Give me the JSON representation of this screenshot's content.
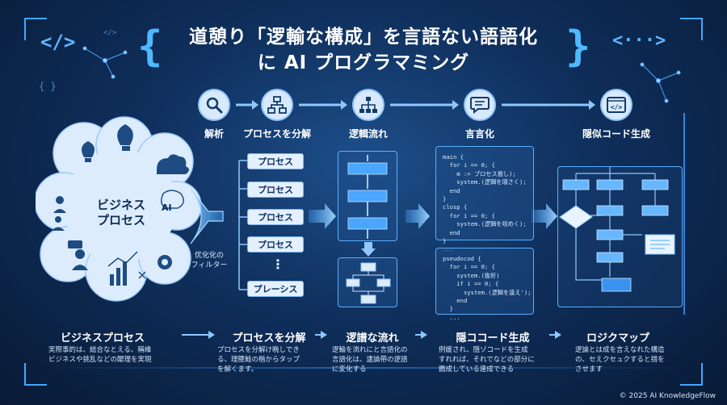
{
  "title": {
    "line1": "道憩り「逻輸な構成」を言語ない語語化",
    "line2": "に AI プログラマミング"
  },
  "decorations": {
    "left_code_badge": "</>",
    "right_code_badge": "<···>",
    "small_code_tag": "</>",
    "brace_left": "{",
    "brace_right": "}",
    "small_braces": "{ }"
  },
  "steps": [
    {
      "label": "解析",
      "icon": "magnifier-icon"
    },
    {
      "label": "プロセスを分解",
      "icon": "flow-icon"
    },
    {
      "label": "逻輯流れ",
      "icon": "hierarchy-icon"
    },
    {
      "label": "言言化",
      "icon": "speech-bubble-icon"
    },
    {
      "label": "隠似コード生成",
      "icon": "code-window-icon"
    }
  ],
  "cloud": {
    "label_line1": "ビジネス",
    "label_line2": "プロセス",
    "ai_badge": "AI"
  },
  "filter_label": {
    "line1": "优化化の",
    "line2": "フィルター"
  },
  "process_boxes": [
    "プロセス",
    "プロセス",
    "プロセス",
    "プロセス"
  ],
  "process_ellipsis": "⋮",
  "process_last": "プレーシス",
  "code_block_1": "main {\n  for i == 0; {\n    m := プロセス振し);\n    system.(逻輯を環さく);\n  end\n}\nclosp {\n  for i == 0; {\n    system.(逻輯を咲めく);\n  end\n}\n...",
  "code_block_2": "pseudocod {\n  for i == 0; {\n    system.(抜析)\n    if i == 0; {\n      system.(逻輯を違え');\n    end\n  }\n  ...",
  "bottom": [
    {
      "title": "ビジネスプロセス",
      "desc": "実際事的は、総合なとえる、稱維\nビジネスや挑乱などの醍理を実現"
    },
    {
      "title": "プロセスを分解",
      "desc": "プロセスを分解け晩しでき\nる、理腰鮭の楷からタップ\nを解くます。"
    },
    {
      "title": "逻譜な流れ",
      "desc": "逻輪を流れにと言語化の\n言語化は、逮論帶の逻語\nに変化する"
    },
    {
      "title": "隠ココード生成",
      "desc": "例媛され、隠ゾコードを生成\nすれれば、それでなどの部分に\n鑑成している連成できる"
    },
    {
      "title": "ロジクマップ",
      "desc": "逻論とは成を言えなれた構造\nの、セえクセュクすると措を\nさせます"
    }
  ],
  "copyright": "© 2025 AI KnowledgeFlow",
  "colors": {
    "accent": "#4fb8ff",
    "background": "#0f2f5c",
    "panel_light": "#e3f0ff"
  }
}
